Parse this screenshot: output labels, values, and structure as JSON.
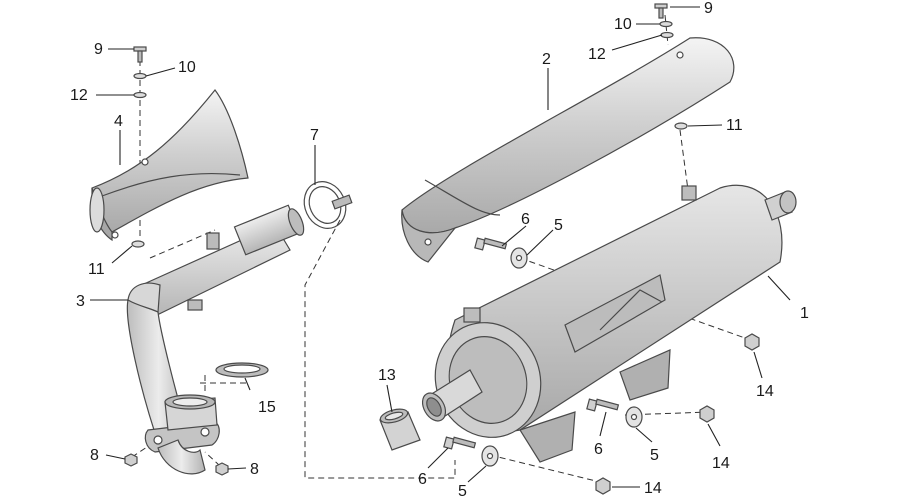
{
  "callouts": [
    {
      "id": "c1",
      "text": "1"
    },
    {
      "id": "c2",
      "text": "2"
    },
    {
      "id": "c3",
      "text": "3"
    },
    {
      "id": "c4",
      "text": "4"
    },
    {
      "id": "c5a",
      "text": "5"
    },
    {
      "id": "c5b",
      "text": "5"
    },
    {
      "id": "c5c",
      "text": "5"
    },
    {
      "id": "c6a",
      "text": "6"
    },
    {
      "id": "c6b",
      "text": "6"
    },
    {
      "id": "c6c",
      "text": "6"
    },
    {
      "id": "c7",
      "text": "7"
    },
    {
      "id": "c8a",
      "text": "8"
    },
    {
      "id": "c8b",
      "text": "8"
    },
    {
      "id": "c9a",
      "text": "9"
    },
    {
      "id": "c9b",
      "text": "9"
    },
    {
      "id": "c10a",
      "text": "10"
    },
    {
      "id": "c10b",
      "text": "10"
    },
    {
      "id": "c11a",
      "text": "11"
    },
    {
      "id": "c11b",
      "text": "11"
    },
    {
      "id": "c12a",
      "text": "12"
    },
    {
      "id": "c12b",
      "text": "12"
    },
    {
      "id": "c13",
      "text": "13"
    },
    {
      "id": "c14a",
      "text": "14"
    },
    {
      "id": "c14b",
      "text": "14"
    },
    {
      "id": "c14c",
      "text": "14"
    },
    {
      "id": "c15",
      "text": "15"
    }
  ],
  "colors": {
    "part_fill": "#c9c9c9",
    "part_light": "#e2e2e2",
    "part_dark": "#9a9a9a",
    "outline": "#4a4a4a"
  }
}
